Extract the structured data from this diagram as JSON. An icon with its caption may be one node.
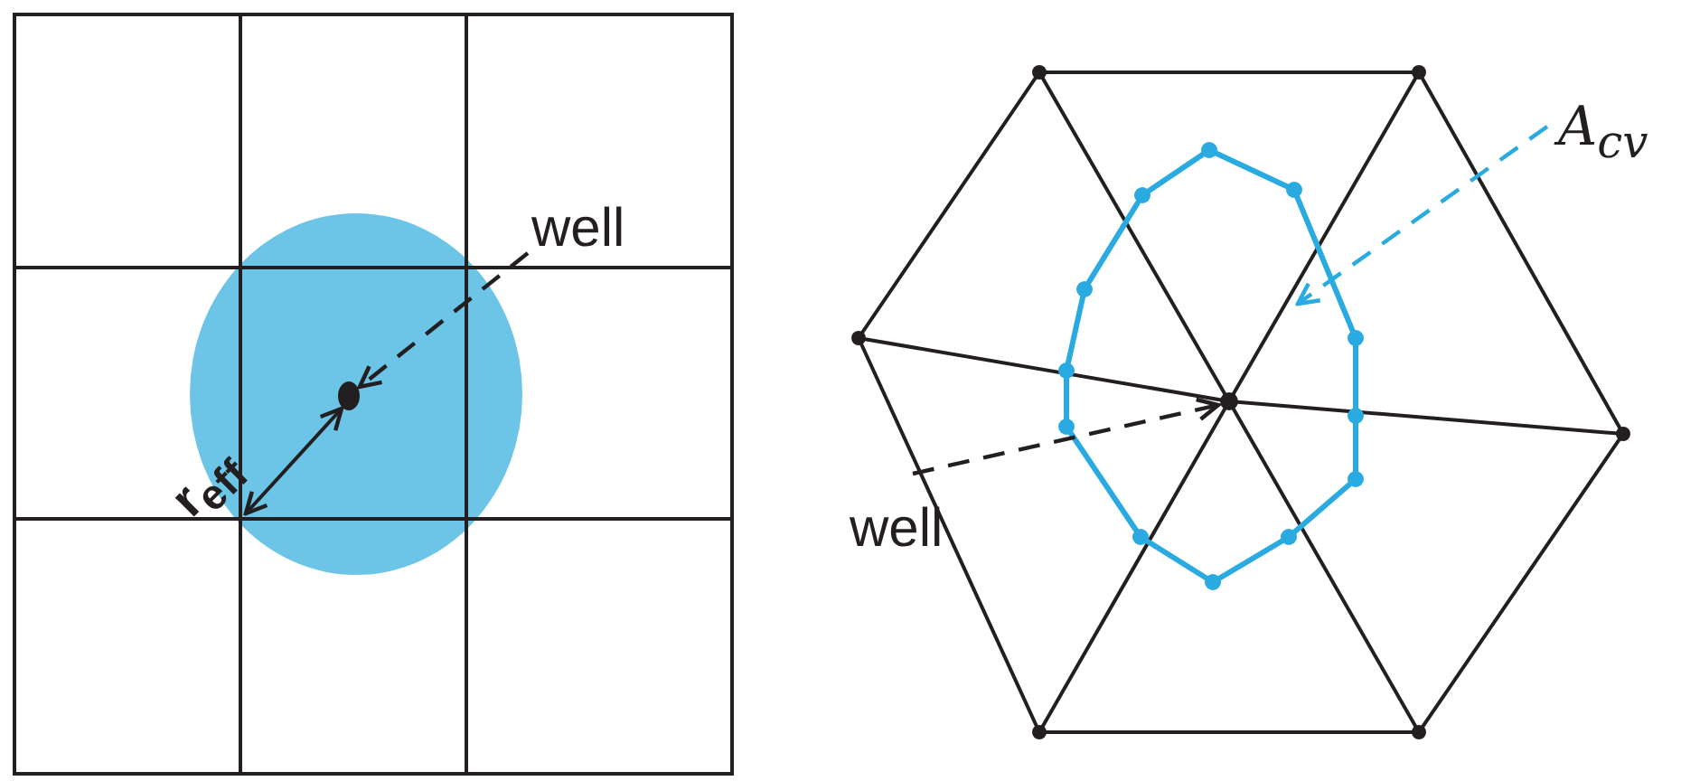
{
  "diagram": {
    "nodes": [
      {
        "text": [
          "well"
        ]
      },
      {
        "text": [],
        "shape": "circle"
      },
      {
        "text": [
          "well"
        ]
      },
      {
        "text": [],
        "shape": "circle",
        "in": 5
      },
      {
        "text": [
          "A$_{cv}$"
        ]
      },
      {
        "text": [],
        "shape": "polygon"
      }
    ],
    "edges": [
      {
        "from": 0,
        "to": 1,
        "arrow": "to",
        "style": "dashed"
      },
      {
        "from": 2,
        "to": 3,
        "arrow": "to",
        "style": "dashed"
      },
      {
        "from": 4,
        "to": 5,
        "arrow": "to",
        "style": "dashed",
        "color": "#29abe2"
      }
    ],
    "labels": [
      "r$_{eff}$"
    ]
  }
}
